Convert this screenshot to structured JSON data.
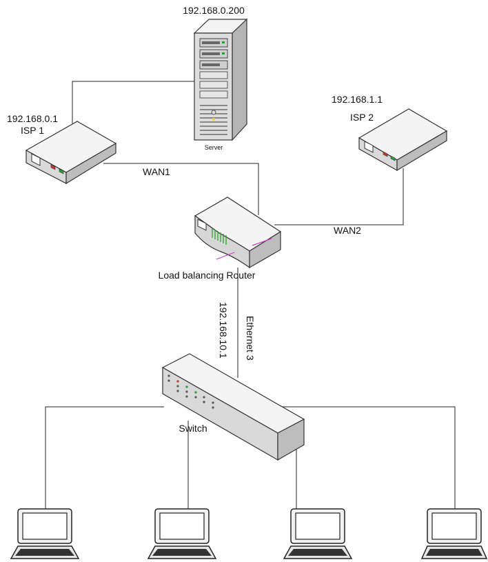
{
  "nodes": {
    "server": {
      "ip": "192.168.0.200",
      "label": "Server"
    },
    "isp1": {
      "ip": "192.168.0.1",
      "name": "ISP 1"
    },
    "isp2": {
      "ip": "192.168.1.1",
      "name": "ISP 2"
    },
    "router": {
      "label": "Load balancing Router"
    },
    "switch": {
      "label": "Switch"
    }
  },
  "links": {
    "wan1": "WAN1",
    "wan2": "WAN2",
    "router_switch_ip": "192.168.10.1",
    "router_switch_port": "Ethernet 3"
  },
  "colors": {
    "device_top": "#f2f2f2",
    "device_front": "#d9d9d9",
    "device_side": "#bfbfbf",
    "led_green": "#2e9e3e",
    "led_red": "#c0392b",
    "router_stripes": "#3aa63a",
    "router_accent": "#c040c0"
  }
}
